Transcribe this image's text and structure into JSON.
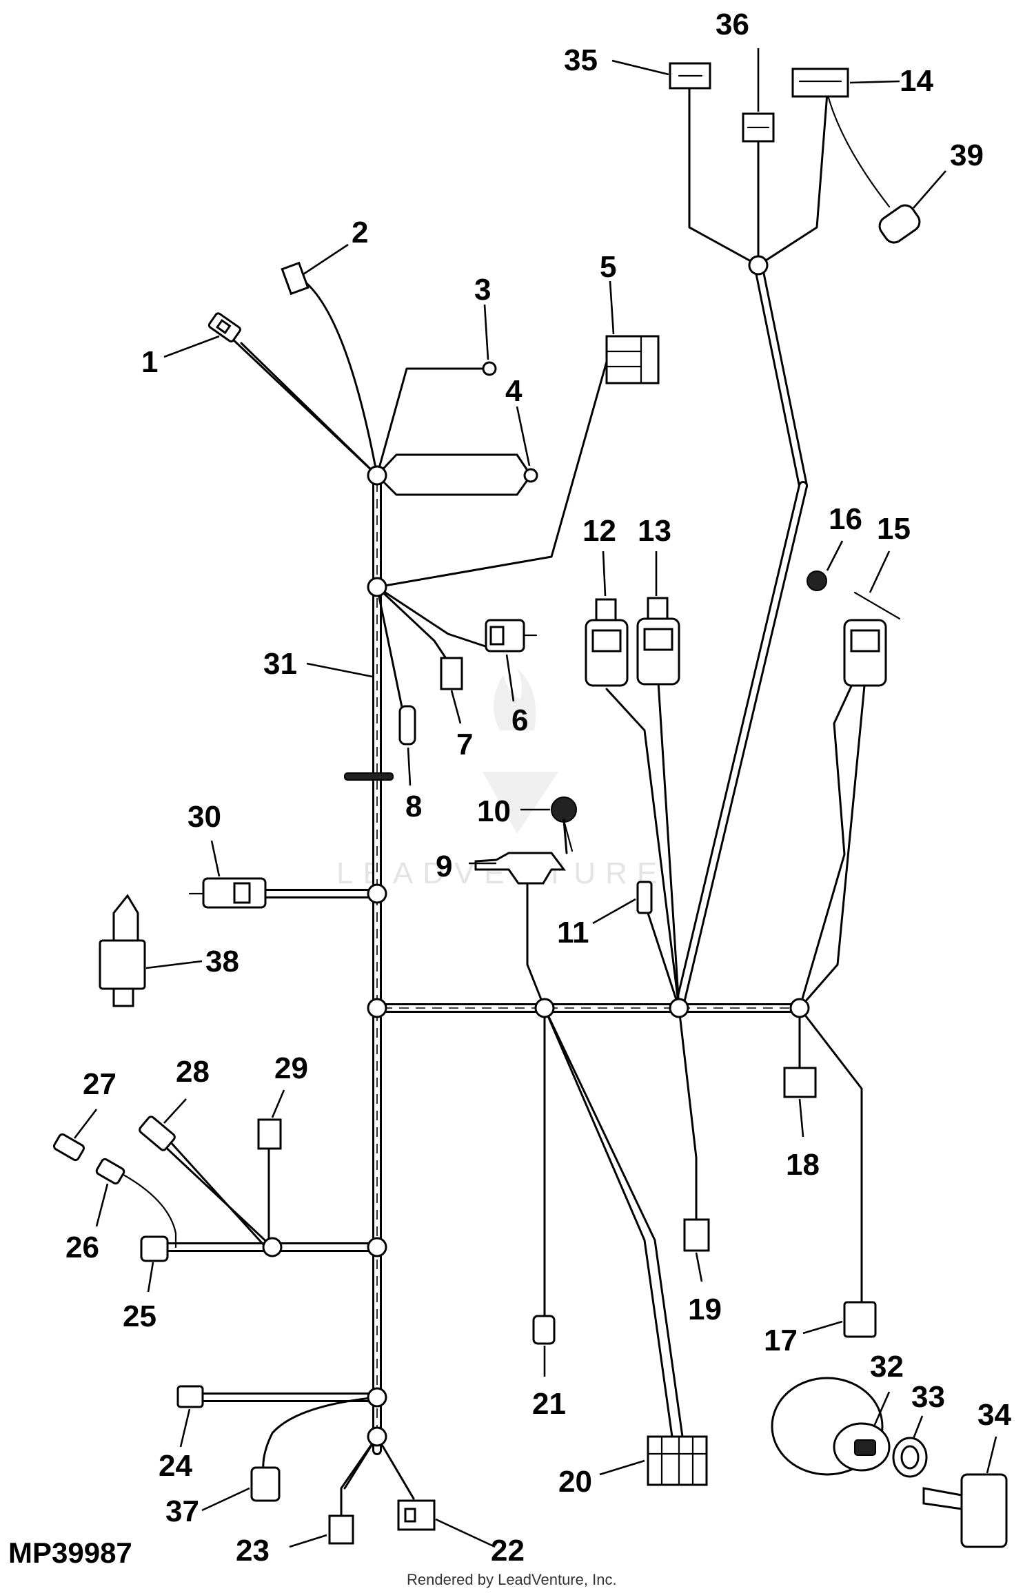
{
  "diagram": {
    "figure_code": "MP39987",
    "credit": "Rendered by LeadVenture, Inc.",
    "watermark": "LEADVENTURE",
    "callouts": [
      "1",
      "2",
      "3",
      "4",
      "5",
      "6",
      "7",
      "8",
      "9",
      "10",
      "11",
      "12",
      "13",
      "14",
      "15",
      "16",
      "17",
      "18",
      "19",
      "20",
      "21",
      "22",
      "23",
      "24",
      "25",
      "26",
      "27",
      "28",
      "29",
      "30",
      "31",
      "32",
      "33",
      "34",
      "35",
      "36",
      "37",
      "38",
      "39"
    ]
  }
}
